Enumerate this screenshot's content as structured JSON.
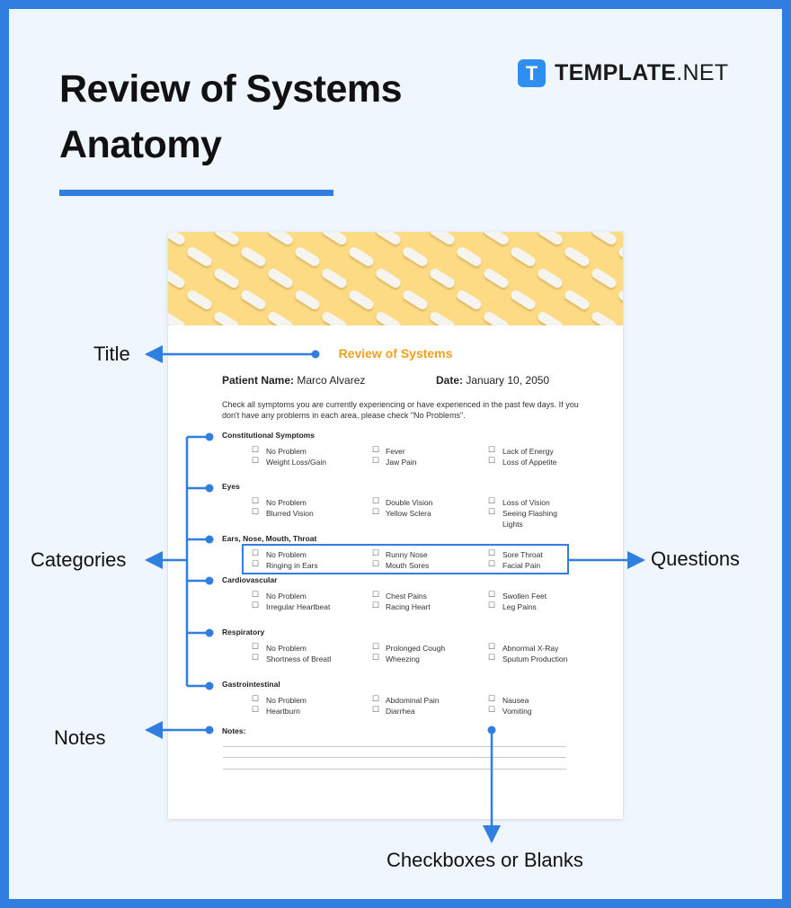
{
  "heading": {
    "line1": "Review of Systems",
    "line2": "Anatomy"
  },
  "brand": {
    "logo_letter": "T",
    "name_bold": "TEMPLATE",
    "name_rest": ".NET"
  },
  "colors": {
    "accent": "#2f7ee0",
    "title_orange": "#f0a020",
    "banner": "#fddb85",
    "frame_bg": "#f0f6fe"
  },
  "document": {
    "title": "Review of Systems",
    "patient_label": "Patient Name:",
    "patient_value": "Marco Alvarez",
    "date_label": "Date:",
    "date_value": "January 10, 2050",
    "instructions": "Check all symptoms you are currently experiencing or have experienced in the past few days. If you don't have any problems in each area, please check \"No Problems\".",
    "checkbox_glyph": "☐",
    "categories": [
      {
        "name": "Constitutional Symptoms",
        "col1": [
          "No Problem",
          "Weight Loss/Gain"
        ],
        "col2": [
          "Fever",
          "Jaw Pain"
        ],
        "col3": [
          "Lack of Energy",
          "Loss of Appetite"
        ]
      },
      {
        "name": "Eyes",
        "col1": [
          "No Problem",
          "Blurred Vision"
        ],
        "col2": [
          "Double Vision",
          "Yellow Sclera"
        ],
        "col3": [
          "Loss of Vision",
          "Seeing Flashing Lights"
        ]
      },
      {
        "name": "Ears, Nose, Mouth, Throat",
        "col1": [
          "No Problem",
          "Ringing in Ears"
        ],
        "col2": [
          "Runny Nose",
          "Mouth Sores"
        ],
        "col3": [
          "Sore Throat",
          "Facial Pain"
        ]
      },
      {
        "name": "Cardiovascular",
        "col1": [
          "No Problem",
          "Irregular Heartbeat"
        ],
        "col2": [
          "Chest Pains",
          "Racing Heart"
        ],
        "col3": [
          "Swollen Feet",
          "Leg Pains"
        ]
      },
      {
        "name": "Respiratory",
        "col1": [
          "No Problem",
          "Shortness of Breatl"
        ],
        "col2": [
          "Prolonged Cough",
          "Wheezing"
        ],
        "col3": [
          "Abnormal X-Ray",
          "Sputum Production"
        ]
      },
      {
        "name": "Gastrointestinal",
        "col1": [
          "No Problem",
          "Heartburn"
        ],
        "col2": [
          "Abdominal Pain",
          "Diarrhea"
        ],
        "col3": [
          "Nausea",
          "Vomiting"
        ]
      }
    ],
    "notes_label": "Notes:"
  },
  "callouts": {
    "title": "Title",
    "categories": "Categories",
    "notes": "Notes",
    "questions": "Questions",
    "checkboxes": "Checkboxes or Blanks"
  }
}
